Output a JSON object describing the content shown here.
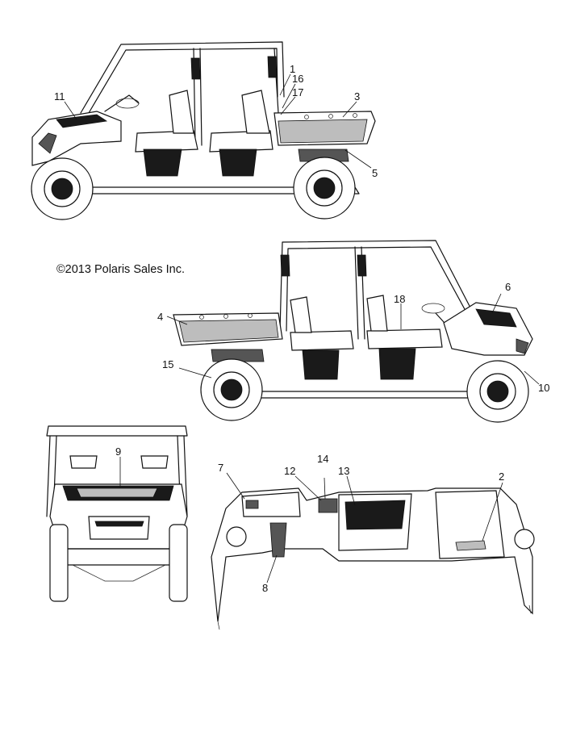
{
  "copyright": "©2013 Polaris Sales Inc.",
  "callouts": {
    "c1": "1",
    "c2": "2",
    "c3": "3",
    "c4": "4",
    "c5": "5",
    "c6": "6",
    "c7": "7",
    "c8": "8",
    "c9": "9",
    "c10": "10",
    "c11": "11",
    "c12": "12",
    "c13": "13",
    "c14": "14",
    "c15": "15",
    "c16": "16",
    "c17": "17",
    "c18": "18"
  }
}
